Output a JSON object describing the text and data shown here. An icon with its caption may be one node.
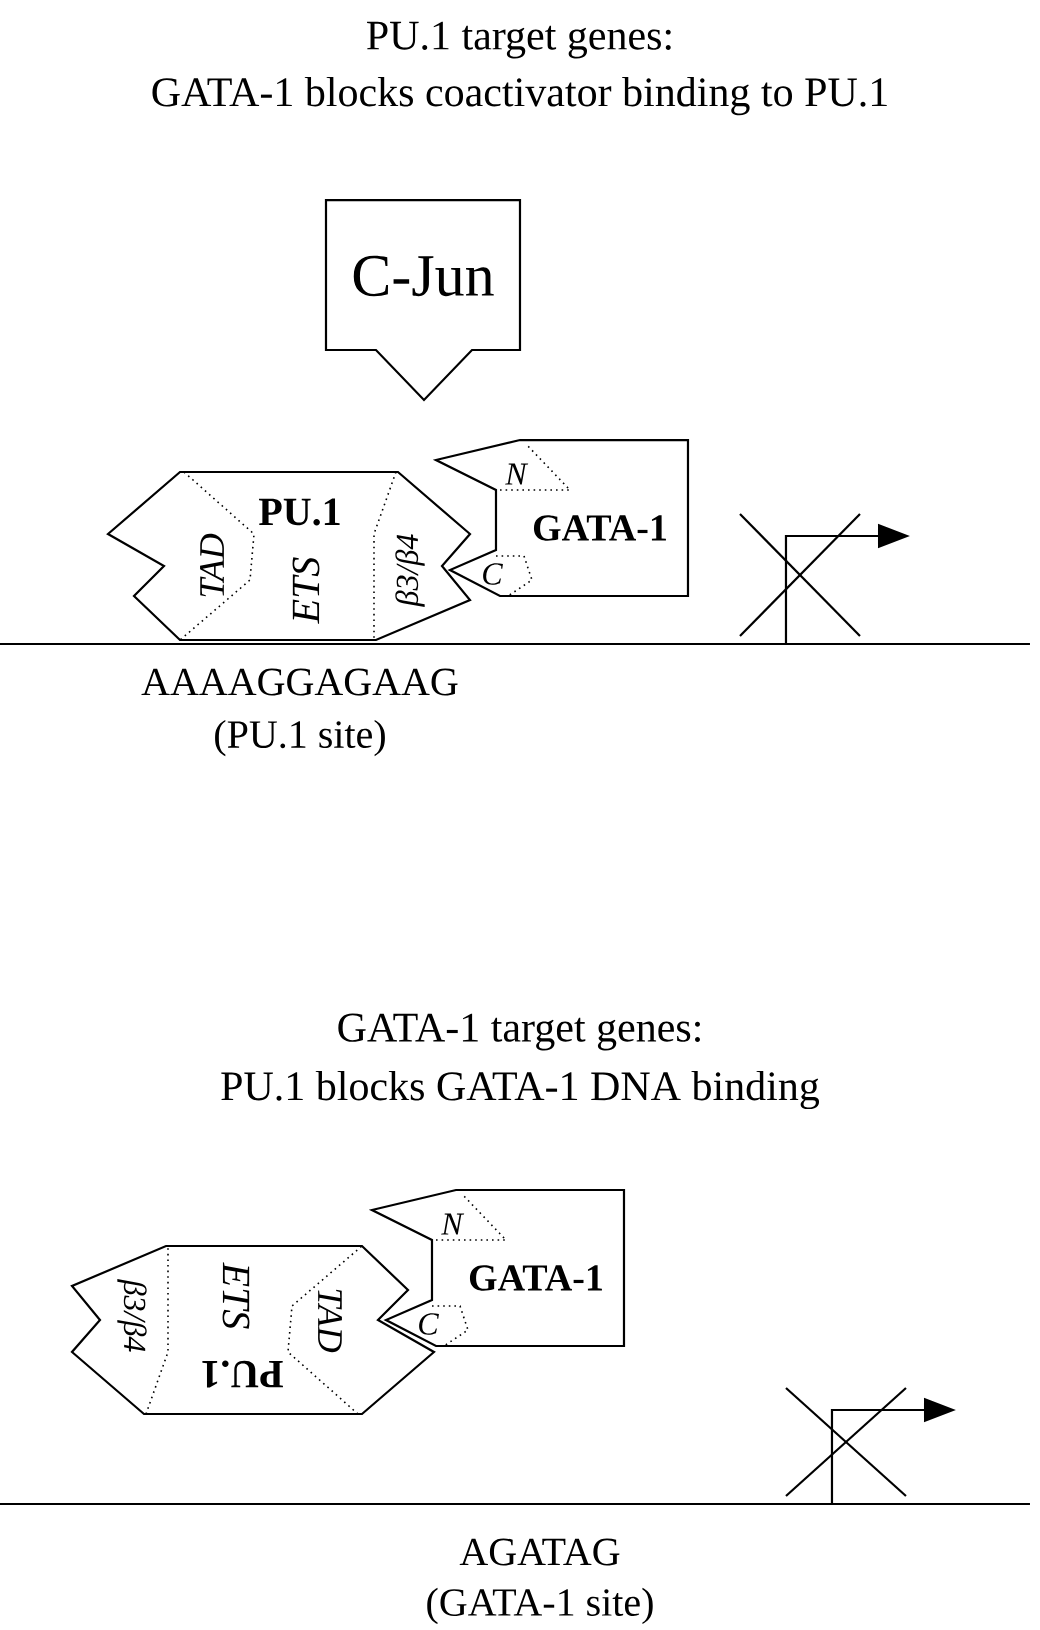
{
  "diagram": {
    "nodes": [
      {
        "text": [
          "C-Jun"
        ]
      },
      {
        "text": [
          "PU.1",
          "TAD",
          "ETS",
          "β3/β4"
        ]
      },
      {
        "text": [
          "GATA-1",
          "N",
          "C"
        ]
      },
      {
        "text": [
          "PU.1",
          "TAD",
          "ETS",
          "β3/β4"
        ]
      },
      {
        "text": [
          "GATA-1",
          "N",
          "C"
        ]
      }
    ],
    "labels": [
      "PU.1 target genes:",
      "GATA-1 blocks coactivator binding to PU.1",
      "AAAAGGAGAAG",
      "(PU.1 site)",
      "GATA-1 target genes:",
      "PU.1 blocks GATA-1 DNA binding",
      "AGATAG",
      "(GATA-1 site)"
    ]
  }
}
